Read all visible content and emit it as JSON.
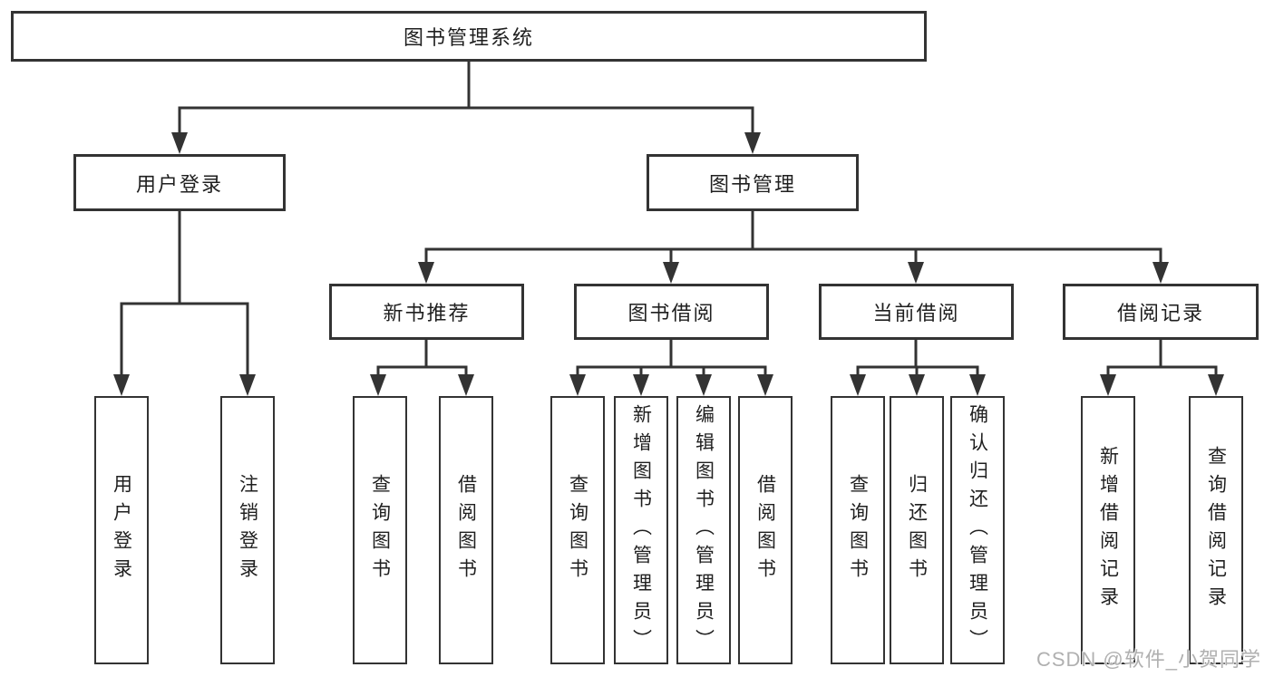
{
  "diagram_type": "functional-structure-tree",
  "watermark": "CSDN @软件_小贺同学",
  "colors": {
    "line": "#333333",
    "box_border": "#333333",
    "box_background": "#ffffff",
    "text": "#1f1f1f",
    "watermark": "#b0b0b0",
    "background": "#ffffff"
  },
  "tree": {
    "label": "图书管理系统",
    "children": [
      {
        "label": "用户登录",
        "children": [
          {
            "label": "用户登录"
          },
          {
            "label": "注销登录"
          }
        ]
      },
      {
        "label": "图书管理",
        "children": [
          {
            "label": "新书推荐",
            "children": [
              {
                "label": "查询图书"
              },
              {
                "label": "借阅图书"
              }
            ]
          },
          {
            "label": "图书借阅",
            "children": [
              {
                "label": "查询图书"
              },
              {
                "label": "新增图书（管理员）"
              },
              {
                "label": "编辑图书（管理员）"
              },
              {
                "label": "借阅图书"
              }
            ]
          },
          {
            "label": "当前借阅",
            "children": [
              {
                "label": "查询图书"
              },
              {
                "label": "归还图书"
              },
              {
                "label": "确认归还（管理员）"
              }
            ]
          },
          {
            "label": "借阅记录",
            "children": [
              {
                "label": "新增借阅记录"
              },
              {
                "label": "查询借阅记录"
              }
            ]
          }
        ]
      }
    ]
  }
}
